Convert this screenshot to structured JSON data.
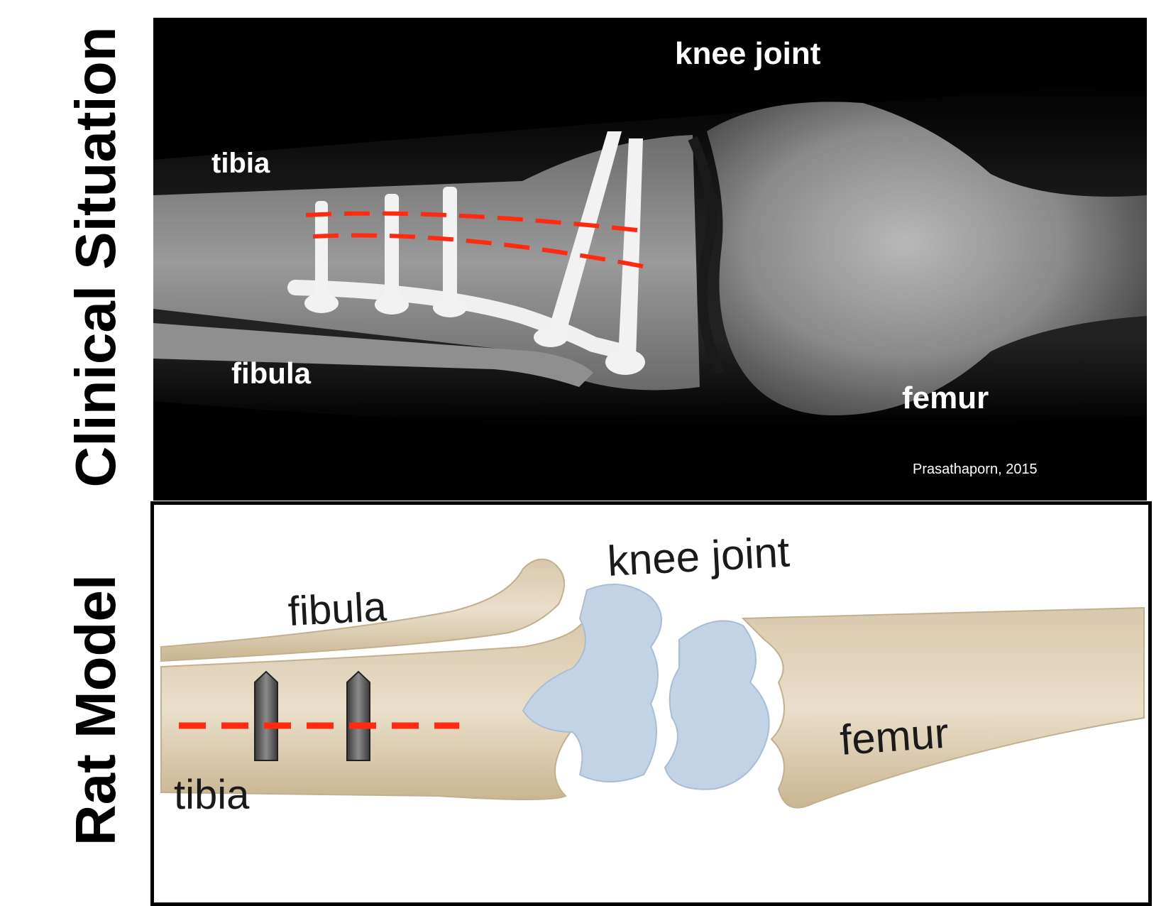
{
  "side_labels": {
    "top": "Clinical Situation",
    "bottom": "Rat Model"
  },
  "clinical": {
    "labels": {
      "knee_joint": "knee joint",
      "tibia": "tibia",
      "fibula": "fibula",
      "femur": "femur"
    },
    "credit": "Prasathaporn, 2015"
  },
  "rat_model": {
    "labels": {
      "knee_joint": "knee joint",
      "fibula": "fibula",
      "tibia": "tibia",
      "femur": "femur"
    }
  },
  "colors": {
    "osteotomy_line": "#ff2a10",
    "bone": "#e6d9c3",
    "cartilage": "#c2d3e6",
    "screw": "#555555",
    "xray_background": "#000000"
  }
}
